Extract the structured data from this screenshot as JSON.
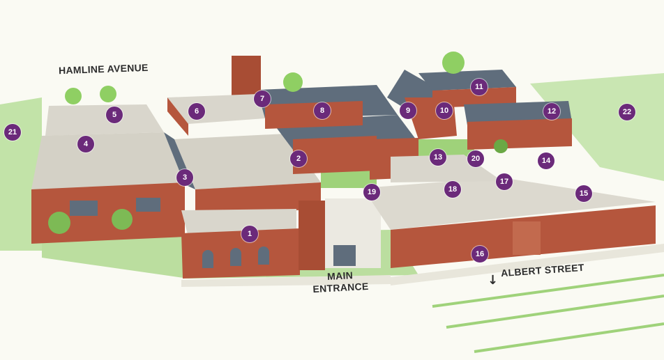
{
  "streets": {
    "hamline": "HAMLINE AVENUE",
    "main_entrance_line1": "MAIN",
    "main_entrance_line2": "ENTRANCE",
    "albert": "ALBERT STREET",
    "albert_arrow": "↓"
  },
  "markers": [
    "1",
    "2",
    "3",
    "4",
    "5",
    "6",
    "7",
    "8",
    "9",
    "10",
    "11",
    "12",
    "13",
    "14",
    "15",
    "16",
    "17",
    "18",
    "19",
    "20",
    "21",
    "22"
  ],
  "colors": {
    "marker": "#6b2a7a",
    "brick": "#b5563d",
    "roof_flat": "#d9d6cc",
    "roof_slate": "#5f6d7c",
    "grass": "#9fd27a"
  }
}
